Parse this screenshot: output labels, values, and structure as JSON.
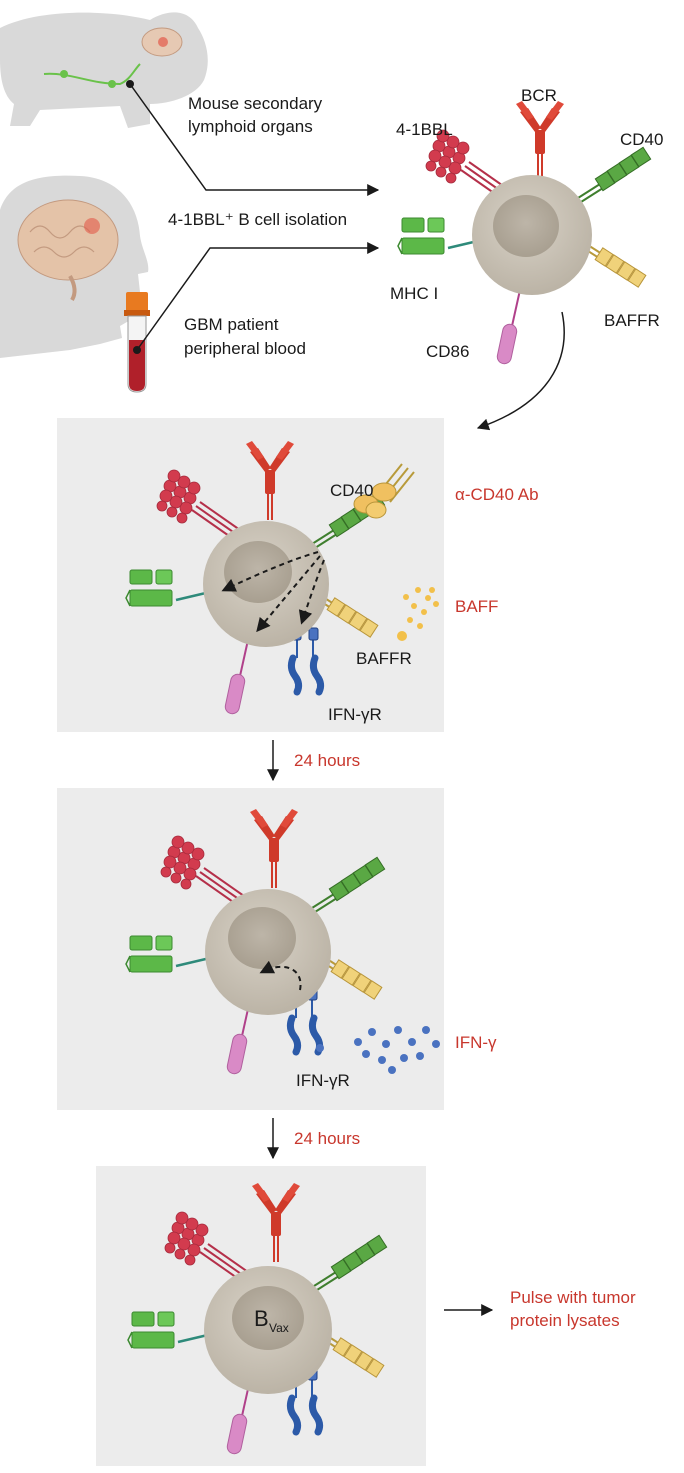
{
  "header": {
    "mouse_label_line1": "Mouse secondary",
    "mouse_label_line2": "lymphoid organs",
    "isolation_label": "4-1BBL⁺ B cell isolation",
    "gbm_label_line1": "GBM patient",
    "gbm_label_line2": "peripheral blood"
  },
  "cell_top": {
    "bcr": "BCR",
    "bbl": "4-1BBL",
    "cd40": "CD40",
    "mhc": "MHC I",
    "baffr": "BAFFR",
    "cd86": "CD86"
  },
  "panel1": {
    "cd40": "CD40",
    "anti_cd40": "α-CD40 Ab",
    "baff": "BAFF",
    "baffr": "BAFFR",
    "ifngr": "IFN-γR"
  },
  "step1": {
    "time": "24 hours"
  },
  "panel2": {
    "ifng": "IFN-γ",
    "ifngr": "IFN-γR"
  },
  "step2": {
    "time": "24 hours"
  },
  "panel3": {
    "bvax_main": "B",
    "bvax_sub": "Vax",
    "pulse_line1": "Pulse with tumor",
    "pulse_line2": "protein lysates"
  },
  "colors": {
    "panel_bg": "#ececec",
    "cell_body": "#c9c2b6",
    "nucleus": "#b2aa9c",
    "bcr": "#cf3a2a",
    "bbl": "#cc3a4a",
    "cd40": "#4e9a3a",
    "mhc": "#5cb848",
    "baffr": "#e8c565",
    "cd86": "#d48ac4",
    "ifngr": "#2c5aa8",
    "ifng_dots": "#4a72c0",
    "baff_dots": "#f2c04a",
    "accent_red": "#c8372d"
  }
}
